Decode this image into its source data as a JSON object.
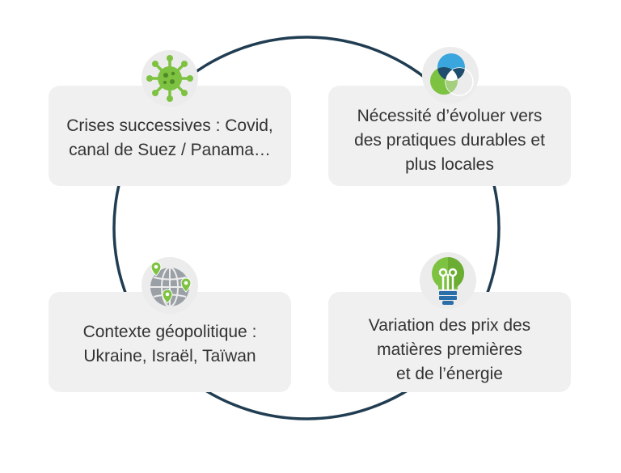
{
  "cycle": {
    "ring_color": "#213d52",
    "accent_green": "#7dc241",
    "accent_blue": "#3aa6dd",
    "items": [
      {
        "id": "crises",
        "icon": "virus-icon",
        "lines": [
          "Crises successives : Covid,",
          "canal de Suez / Panama…"
        ]
      },
      {
        "id": "durable",
        "icon": "overlapping-circles-icon",
        "lines": [
          "Nécessité d’évoluer vers",
          "des pratiques durables et",
          "plus locales"
        ]
      },
      {
        "id": "geopolitique",
        "icon": "globe-pins-icon",
        "lines": [
          "Contexte géopolitique :",
          "Ukraine, Israël, Taïwan"
        ]
      },
      {
        "id": "prix",
        "icon": "lightbulb-icon",
        "lines": [
          "Variation des prix des",
          "matières premières",
          "et de l’énergie"
        ]
      }
    ]
  }
}
